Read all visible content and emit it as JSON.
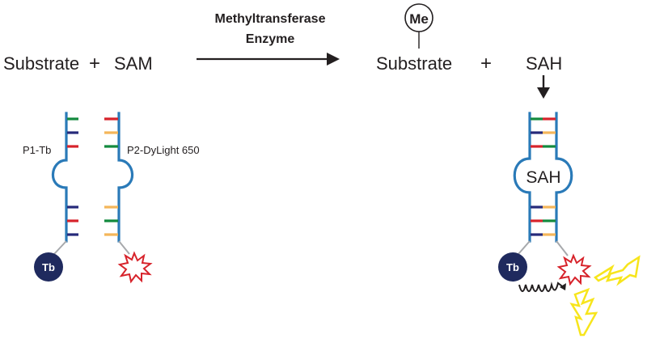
{
  "equation": {
    "left_substrate": "Substrate",
    "plus_1": "+",
    "sam": "SAM",
    "enzyme_line1": "Methyltransferase",
    "enzyme_line2": "Enzyme",
    "right_substrate": "Substrate",
    "methyl_tag": "Me",
    "plus_2": "+",
    "sah": "SAH"
  },
  "left_probes": {
    "p1_label": "P1-Tb",
    "p2_label": "P2-DyLight 650",
    "donor_label": "Tb"
  },
  "right_complex": {
    "bound_label": "SAH",
    "donor_label": "Tb"
  },
  "colors": {
    "strand": "#2a7ab8",
    "base_green": "#138a3e",
    "base_navy": "#262a7a",
    "base_red": "#d7232b",
    "base_orange": "#f4b65a",
    "donor_fill": "#1f2a5e",
    "acceptor_star": "#d7232b",
    "emission": "#f7e51c",
    "text": "#231f20"
  },
  "icons": [
    "arrow-right-icon",
    "arrow-down-icon",
    "methyl-circle-icon",
    "terbium-donor-icon",
    "fluorophore-star-icon",
    "energy-transfer-wave-icon",
    "emission-bolt-icon"
  ]
}
